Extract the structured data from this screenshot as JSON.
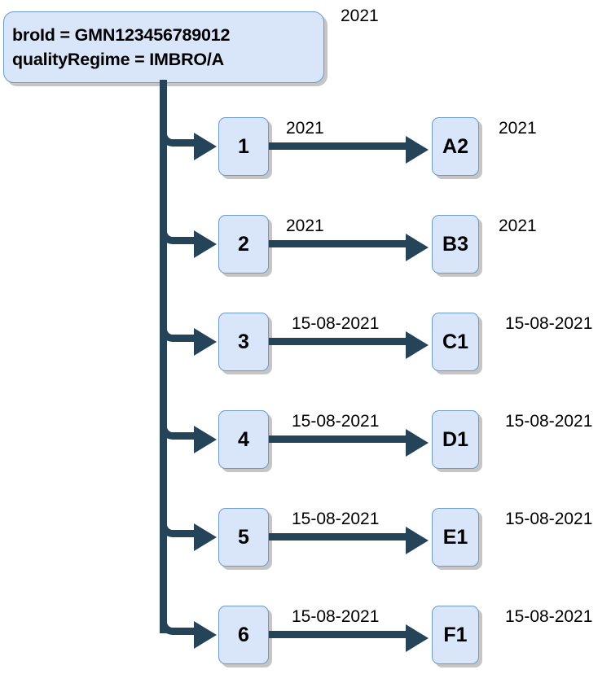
{
  "diagram": {
    "title_hidden": "",
    "colors": {
      "node_fill": "#d9e6f9",
      "node_border": "#6a9ad0",
      "connector": "#254459",
      "shadow": "#969696",
      "text": "#000000",
      "background": "#ffffff"
    },
    "root": {
      "line1": "broId = GMN123456789012",
      "line2": "qualityRegime = IMBRO/A",
      "tail_label": "2021"
    },
    "rows": [
      {
        "mid_label": "1",
        "edge_label": "2021",
        "right_label": "A2",
        "tail_label": "2021"
      },
      {
        "mid_label": "2",
        "edge_label": "2021",
        "right_label": "B3",
        "tail_label": "2021"
      },
      {
        "mid_label": "3",
        "edge_label": "15-08-2021",
        "right_label": "C1",
        "tail_label": "15-08-2021"
      },
      {
        "mid_label": "4",
        "edge_label": "15-08-2021",
        "right_label": "D1",
        "tail_label": "15-08-2021"
      },
      {
        "mid_label": "5",
        "edge_label": "15-08-2021",
        "right_label": "E1",
        "tail_label": "15-08-2021"
      },
      {
        "mid_label": "6",
        "edge_label": "15-08-2021",
        "right_label": "F1",
        "tail_label": "15-08-2021"
      }
    ]
  }
}
